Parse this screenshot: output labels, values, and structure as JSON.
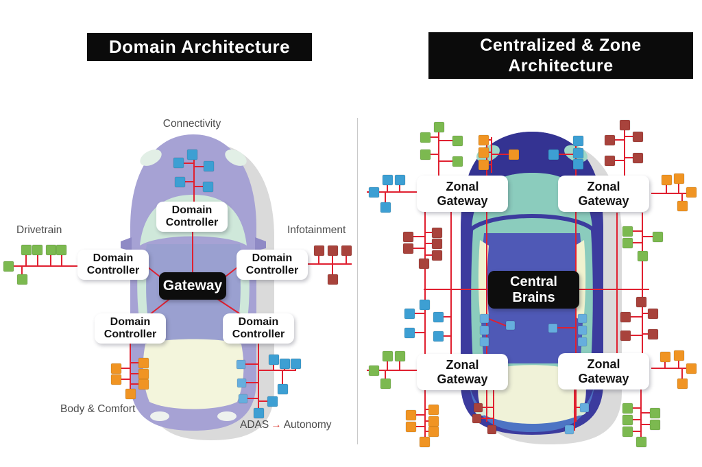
{
  "left_panel": {
    "title": "Domain Architecture",
    "labels": {
      "connectivity": "Connectivity",
      "drivetrain": "Drivetrain",
      "infotainment": "Infotainment",
      "body_comfort": "Body & Comfort",
      "adas": "ADAS",
      "autonomy": "Autonomy",
      "adas_arrow_glyph": "→"
    },
    "boxes": {
      "domain_controller_line1": "Domain",
      "domain_controller_line2": "Controller",
      "gateway": "Gateway"
    }
  },
  "right_panel": {
    "title_line1": "Centralized & Zone",
    "title_line2": "Architecture",
    "boxes": {
      "zonal_line1": "Zonal",
      "zonal_line2": "Gateway",
      "central_line1": "Central",
      "central_line2": "Brains"
    }
  },
  "palette": {
    "wire": "#e02030",
    "green": "#7cb950",
    "blue": "#3d9fd3",
    "skyblue": "#66aede",
    "orange": "#f09423",
    "maroon": "#a8433c",
    "banner_bg": "#0b0b0b",
    "banner_text": "#ffffff",
    "label_text": "#4b4b4b",
    "car_left_body": "#a6a2d4",
    "car_left_window": "#cfe8da",
    "car_left_rear_window": "#f3f5dc",
    "car_right_body": "#3c3b9e",
    "car_right_window": "#8bccbd",
    "car_right_deck": "#f0f2d8",
    "shadow": "#dadada",
    "divider": "#c9c9c9"
  },
  "diagram": {
    "wires": [
      [
        283,
        222,
        283,
        296
      ],
      [
        268,
        238,
        283,
        238
      ],
      [
        283,
        243,
        297,
        243
      ],
      [
        270,
        265,
        283,
        265
      ],
      [
        283,
        272,
        298,
        272
      ],
      [
        281,
        337,
        281,
        398
      ],
      [
        234,
        404,
        216,
        390
      ],
      [
        328,
        404,
        346,
        390
      ],
      [
        250,
        434,
        218,
        459
      ],
      [
        314,
        434,
        352,
        459
      ],
      [
        12,
        388,
        113,
        388
      ],
      [
        38,
        372,
        38,
        388
      ],
      [
        55,
        372,
        55,
        388
      ],
      [
        74,
        372,
        74,
        388
      ],
      [
        90,
        372,
        90,
        388
      ],
      [
        32,
        388,
        32,
        402
      ],
      [
        449,
        385,
        513,
        385
      ],
      [
        465,
        373,
        465,
        385
      ],
      [
        485,
        373,
        485,
        385
      ],
      [
        505,
        373,
        505,
        385
      ],
      [
        485,
        385,
        485,
        402
      ],
      [
        190,
        500,
        190,
        578
      ],
      [
        190,
        529,
        204,
        529
      ],
      [
        190,
        545,
        204,
        545
      ],
      [
        190,
        560,
        204,
        560
      ],
      [
        177,
        537,
        190,
        537
      ],
      [
        177,
        553,
        190,
        553
      ],
      [
        377,
        500,
        377,
        602
      ],
      [
        377,
        540,
        432,
        540
      ],
      [
        399,
        532,
        399,
        540
      ],
      [
        415,
        537,
        415,
        540
      ],
      [
        431,
        537,
        431,
        540
      ],
      [
        412,
        540,
        412,
        560
      ],
      [
        377,
        585,
        392,
        585
      ],
      [
        358,
        531,
        377,
        531
      ],
      [
        359,
        558,
        377,
        558
      ],
      [
        361,
        581,
        377,
        581
      ],
      [
        640,
        180,
        640,
        258
      ],
      [
        628,
        200,
        640,
        200
      ],
      [
        640,
        205,
        660,
        205
      ],
      [
        628,
        225,
        640,
        225
      ],
      [
        640,
        235,
        660,
        235
      ],
      [
        535,
        280,
        608,
        280
      ],
      [
        565,
        270,
        565,
        280
      ],
      [
        583,
        270,
        583,
        280
      ],
      [
        562,
        280,
        562,
        298
      ],
      [
        620,
        308,
        620,
        517
      ],
      [
        658,
        308,
        658,
        517
      ],
      [
        603,
        345,
        620,
        345
      ],
      [
        603,
        362,
        620,
        362
      ],
      [
        620,
        339,
        630,
        339
      ],
      [
        620,
        355,
        630,
        355
      ],
      [
        620,
        372,
        630,
        372
      ],
      [
        605,
        457,
        620,
        457
      ],
      [
        605,
        485,
        620,
        485
      ],
      [
        647,
        462,
        658,
        462
      ],
      [
        647,
        490,
        658,
        490
      ],
      [
        535,
        540,
        608,
        540
      ],
      [
        565,
        527,
        565,
        540
      ],
      [
        583,
        527,
        583,
        540
      ],
      [
        562,
        540,
        562,
        555
      ],
      [
        620,
        568,
        620,
        652
      ],
      [
        620,
        597,
        627,
        597
      ],
      [
        620,
        614,
        627,
        614
      ],
      [
        620,
        629,
        627,
        629
      ],
      [
        607,
        605,
        620,
        605
      ],
      [
        607,
        622,
        620,
        622
      ],
      [
        710,
        205,
        710,
        615
      ],
      [
        840,
        205,
        840,
        615
      ],
      [
        717,
        200,
        717,
        252
      ],
      [
        713,
        204,
        717,
        204
      ],
      [
        713,
        222,
        717,
        222
      ],
      [
        713,
        240,
        717,
        240
      ],
      [
        717,
        225,
        742,
        225
      ],
      [
        815,
        225,
        840,
        225
      ],
      [
        618,
        422,
        712,
        422
      ],
      [
        845,
        422,
        947,
        422
      ],
      [
        713,
        465,
        738,
        475
      ],
      [
        813,
        478,
        840,
        478
      ],
      [
        911,
        183,
        911,
        257
      ],
      [
        897,
        204,
        911,
        204
      ],
      [
        897,
        234,
        911,
        234
      ],
      [
        911,
        199,
        923,
        199
      ],
      [
        911,
        230,
        923,
        230
      ],
      [
        950,
        282,
        1010,
        282
      ],
      [
        972,
        270,
        972,
        282
      ],
      [
        990,
        268,
        990,
        282
      ],
      [
        995,
        282,
        995,
        295
      ],
      [
        900,
        310,
        900,
        515
      ],
      [
        937,
        310,
        937,
        515
      ],
      [
        923,
        337,
        937,
        337
      ],
      [
        923,
        354,
        937,
        354
      ],
      [
        937,
        345,
        952,
        345
      ],
      [
        920,
        462,
        937,
        462
      ],
      [
        920,
        489,
        937,
        489
      ],
      [
        937,
        457,
        945,
        457
      ],
      [
        937,
        487,
        945,
        487
      ],
      [
        950,
        537,
        1010,
        537
      ],
      [
        970,
        528,
        970,
        537
      ],
      [
        990,
        526,
        990,
        537
      ],
      [
        995,
        537,
        995,
        552
      ],
      [
        935,
        568,
        935,
        652
      ],
      [
        923,
        595,
        935,
        595
      ],
      [
        923,
        612,
        935,
        612
      ],
      [
        923,
        629,
        935,
        629
      ],
      [
        935,
        602,
        948,
        602
      ],
      [
        935,
        619,
        948,
        619
      ],
      [
        720,
        565,
        720,
        628
      ],
      [
        704,
        594,
        720,
        594
      ],
      [
        702,
        610,
        720,
        610
      ],
      [
        838,
        565,
        838,
        628
      ],
      [
        838,
        594,
        846,
        594
      ],
      [
        831,
        626,
        838,
        626
      ]
    ],
    "nodes": [
      [
        273,
        218,
        15,
        "blue"
      ],
      [
        253,
        230,
        15,
        "blue"
      ],
      [
        297,
        235,
        15,
        "blue"
      ],
      [
        255,
        258,
        15,
        "blue"
      ],
      [
        296,
        265,
        15,
        "blue"
      ],
      [
        31,
        357,
        15,
        "green"
      ],
      [
        47,
        357,
        15,
        "green"
      ],
      [
        67,
        357,
        15,
        "green"
      ],
      [
        82,
        357,
        15,
        "green"
      ],
      [
        5,
        381,
        15,
        "green"
      ],
      [
        25,
        400,
        15,
        "green"
      ],
      [
        458,
        358,
        15,
        "maroon"
      ],
      [
        478,
        358,
        15,
        "maroon"
      ],
      [
        498,
        358,
        15,
        "maroon"
      ],
      [
        478,
        400,
        15,
        "maroon"
      ],
      [
        202,
        522,
        15,
        "orange"
      ],
      [
        202,
        538,
        15,
        "orange"
      ],
      [
        202,
        553,
        15,
        "orange"
      ],
      [
        162,
        530,
        15,
        "orange"
      ],
      [
        162,
        546,
        15,
        "orange"
      ],
      [
        183,
        567,
        15,
        "orange"
      ],
      [
        392,
        517,
        15,
        "blue"
      ],
      [
        408,
        523,
        15,
        "blue"
      ],
      [
        424,
        523,
        15,
        "blue"
      ],
      [
        405,
        560,
        15,
        "blue"
      ],
      [
        390,
        578,
        15,
        "blue"
      ],
      [
        370,
        595,
        15,
        "blue"
      ],
      [
        345,
        525,
        13,
        "skyblue"
      ],
      [
        346,
        552,
        13,
        "skyblue"
      ],
      [
        348,
        575,
        13,
        "skyblue"
      ],
      [
        633,
        178,
        15,
        "green"
      ],
      [
        613,
        193,
        15,
        "green"
      ],
      [
        660,
        198,
        15,
        "green"
      ],
      [
        613,
        218,
        15,
        "green"
      ],
      [
        660,
        228,
        15,
        "green"
      ],
      [
        558,
        255,
        15,
        "blue"
      ],
      [
        576,
        255,
        15,
        "blue"
      ],
      [
        538,
        273,
        15,
        "blue"
      ],
      [
        555,
        295,
        15,
        "blue"
      ],
      [
        588,
        338,
        15,
        "maroon"
      ],
      [
        588,
        355,
        15,
        "maroon"
      ],
      [
        630,
        332,
        15,
        "maroon"
      ],
      [
        630,
        348,
        15,
        "maroon"
      ],
      [
        630,
        365,
        15,
        "maroon"
      ],
      [
        611,
        377,
        15,
        "maroon"
      ],
      [
        590,
        450,
        15,
        "blue"
      ],
      [
        632,
        455,
        15,
        "blue"
      ],
      [
        590,
        478,
        15,
        "blue"
      ],
      [
        632,
        483,
        15,
        "blue"
      ],
      [
        612,
        437,
        15,
        "blue"
      ],
      [
        558,
        512,
        15,
        "green"
      ],
      [
        576,
        512,
        15,
        "green"
      ],
      [
        538,
        533,
        15,
        "green"
      ],
      [
        555,
        552,
        15,
        "green"
      ],
      [
        625,
        590,
        15,
        "orange"
      ],
      [
        625,
        607,
        15,
        "orange"
      ],
      [
        625,
        622,
        15,
        "orange"
      ],
      [
        592,
        598,
        15,
        "orange"
      ],
      [
        592,
        615,
        15,
        "orange"
      ],
      [
        612,
        637,
        15,
        "orange"
      ],
      [
        698,
        197,
        15,
        "orange"
      ],
      [
        698,
        215,
        15,
        "orange"
      ],
      [
        698,
        233,
        15,
        "orange"
      ],
      [
        742,
        218,
        15,
        "orange"
      ],
      [
        800,
        218,
        15,
        "blue"
      ],
      [
        836,
        198,
        15,
        "blue"
      ],
      [
        836,
        216,
        15,
        "blue"
      ],
      [
        836,
        232,
        15,
        "blue"
      ],
      [
        904,
        175,
        15,
        "maroon"
      ],
      [
        882,
        197,
        15,
        "maroon"
      ],
      [
        882,
        227,
        15,
        "maroon"
      ],
      [
        923,
        192,
        15,
        "maroon"
      ],
      [
        923,
        223,
        15,
        "maroon"
      ],
      [
        965,
        255,
        15,
        "orange"
      ],
      [
        983,
        253,
        15,
        "orange"
      ],
      [
        1001,
        273,
        15,
        "orange"
      ],
      [
        988,
        293,
        15,
        "orange"
      ],
      [
        908,
        330,
        15,
        "green"
      ],
      [
        908,
        347,
        15,
        "green"
      ],
      [
        952,
        338,
        15,
        "green"
      ],
      [
        930,
        366,
        15,
        "green"
      ],
      [
        928,
        433,
        15,
        "maroon"
      ],
      [
        905,
        455,
        15,
        "maroon"
      ],
      [
        905,
        482,
        15,
        "maroon"
      ],
      [
        945,
        450,
        15,
        "maroon"
      ],
      [
        945,
        480,
        15,
        "maroon"
      ],
      [
        963,
        513,
        15,
        "orange"
      ],
      [
        983,
        511,
        15,
        "orange"
      ],
      [
        1001,
        530,
        15,
        "orange"
      ],
      [
        988,
        552,
        15,
        "orange"
      ],
      [
        908,
        588,
        15,
        "green"
      ],
      [
        908,
        605,
        15,
        "green"
      ],
      [
        908,
        622,
        15,
        "green"
      ],
      [
        948,
        595,
        15,
        "green"
      ],
      [
        948,
        612,
        15,
        "green"
      ],
      [
        928,
        637,
        15,
        "green"
      ],
      [
        700,
        458,
        13,
        "skyblue"
      ],
      [
        700,
        475,
        13,
        "skyblue"
      ],
      [
        700,
        492,
        13,
        "skyblue"
      ],
      [
        738,
        468,
        13,
        "skyblue"
      ],
      [
        843,
        458,
        13,
        "skyblue"
      ],
      [
        843,
        475,
        13,
        "skyblue"
      ],
      [
        843,
        492,
        13,
        "skyblue"
      ],
      [
        800,
        472,
        13,
        "skyblue"
      ],
      [
        691,
        588,
        13,
        "maroon"
      ],
      [
        689,
        604,
        13,
        "maroon"
      ],
      [
        711,
        620,
        13,
        "maroon"
      ],
      [
        846,
        588,
        13,
        "skyblue"
      ],
      [
        824,
        620,
        13,
        "skyblue"
      ]
    ]
  }
}
